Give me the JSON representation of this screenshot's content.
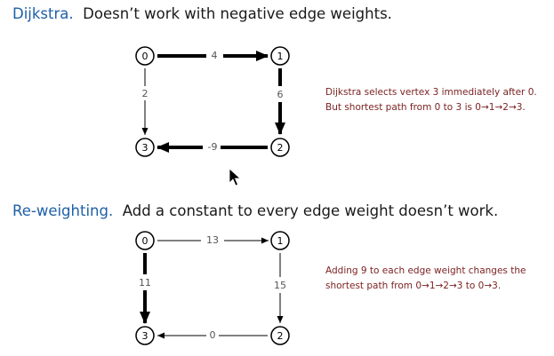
{
  "section1": {
    "heading_keyword": "Dijkstra.",
    "heading_text": "Doesn’t work with negative edge weights.",
    "note_line1": "Dijkstra selects vertex 3 immediately after 0.",
    "note_line2": "But shortest path from 0 to 3 is 0→1→2→3.",
    "vertices": [
      "0",
      "1",
      "2",
      "3"
    ],
    "edges": [
      {
        "from": "0",
        "to": "1",
        "weight": "4"
      },
      {
        "from": "1",
        "to": "2",
        "weight": "6"
      },
      {
        "from": "2",
        "to": "3",
        "weight": "-9"
      },
      {
        "from": "0",
        "to": "3",
        "weight": "2"
      }
    ]
  },
  "section2": {
    "heading_keyword": "Re-weighting.",
    "heading_text": "Add a constant to every edge weight doesn’t work.",
    "note_line1": "Adding 9 to each edge weight changes the",
    "note_line2": "shortest path from 0→1→2→3 to 0→3.",
    "vertices": [
      "0",
      "1",
      "2",
      "3"
    ],
    "edges": [
      {
        "from": "0",
        "to": "1",
        "weight": "13"
      },
      {
        "from": "1",
        "to": "2",
        "weight": "15"
      },
      {
        "from": "2",
        "to": "3",
        "weight": "0"
      },
      {
        "from": "0",
        "to": "3",
        "weight": "11"
      }
    ]
  },
  "icons": {
    "cursor": "mouse-pointer-icon"
  }
}
